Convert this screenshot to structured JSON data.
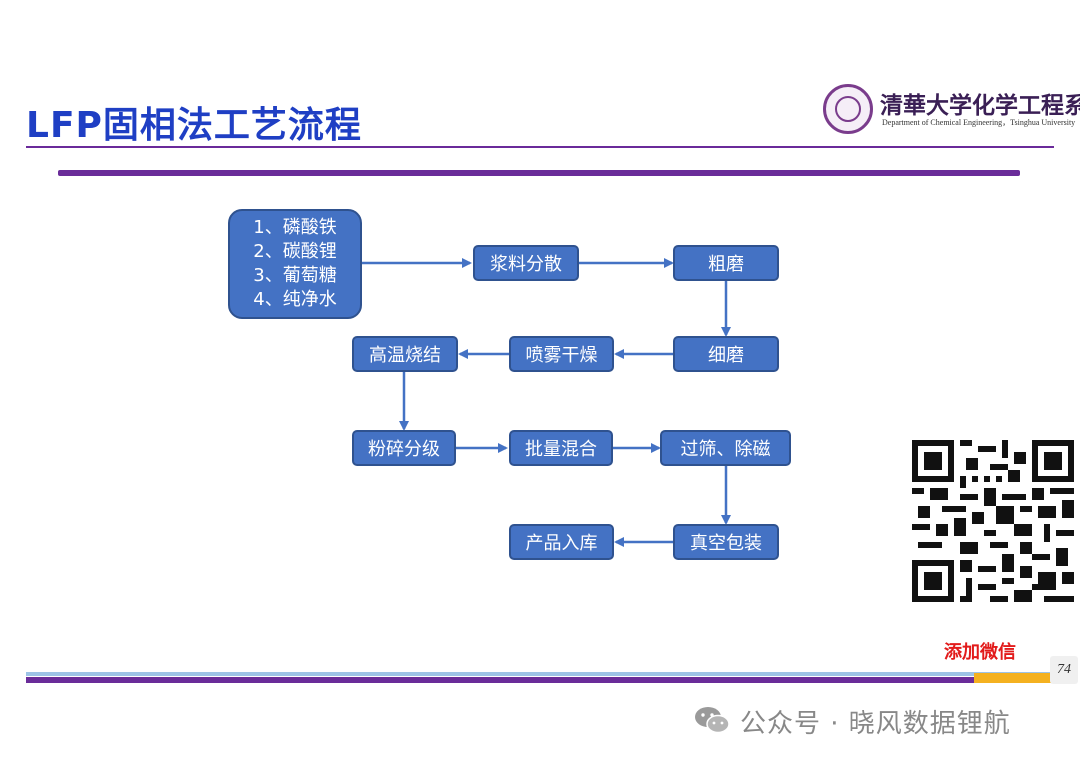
{
  "header": {
    "title": "LFP固相法工艺流程",
    "logo_cn": "清華大学化学工程系",
    "logo_en": "Department of Chemical Engineering，Tsinghua University"
  },
  "flow": {
    "materials": [
      "1、磷酸铁",
      "2、碳酸锂",
      "3、葡萄糖",
      "4、纯净水"
    ],
    "slurry": "浆料分散",
    "coarse_grind": "粗磨",
    "fine_grind": "细磨",
    "spray_dry": "喷雾干燥",
    "sinter": "高温烧结",
    "crush": "粉碎分级",
    "batch_mix": "批量混合",
    "sieve": "过筛、除磁",
    "vacuum_pack": "真空包装",
    "storage": "产品入库"
  },
  "qr": {
    "caption": "添加微信"
  },
  "footer": {
    "page_number": "74",
    "watermark": "公众号 · 晓风数据锂航"
  },
  "colors": {
    "box_fill": "#4472c4",
    "box_border": "#2f528f",
    "arrow": "#4472c4",
    "title": "#1f3fc4",
    "accent_purple": "#6a2c99",
    "accent_orange": "#f4b120"
  }
}
